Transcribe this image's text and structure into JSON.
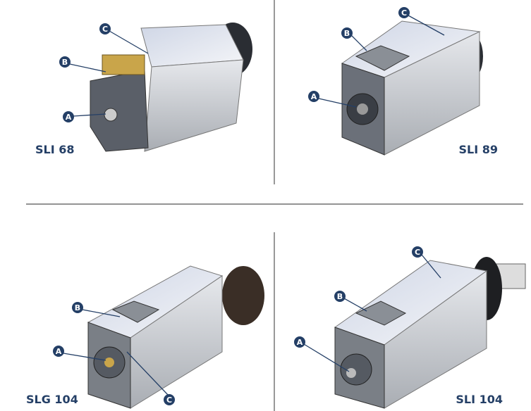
{
  "models": [
    {
      "name": "SLI 68",
      "callouts": [
        "A",
        "B",
        "C"
      ]
    },
    {
      "name": "SLI 89",
      "callouts": [
        "A",
        "B",
        "C"
      ]
    },
    {
      "name": "SLG 104",
      "callouts": [
        "A",
        "B",
        "C"
      ]
    },
    {
      "name": "SLI 104",
      "callouts": [
        "A",
        "B",
        "C"
      ]
    }
  ],
  "colors": {
    "callout": "#243f66",
    "label": "#243f66"
  }
}
